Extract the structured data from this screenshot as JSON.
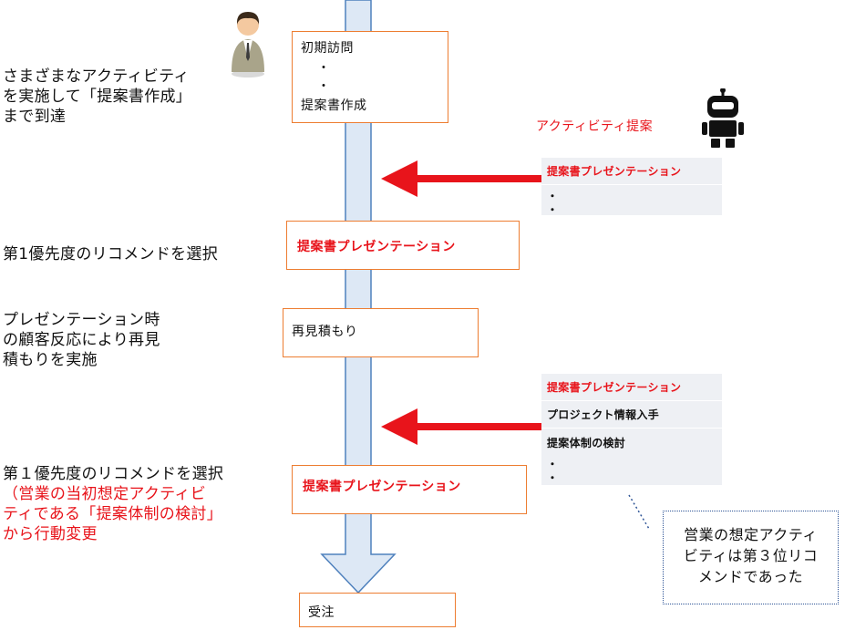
{
  "left_notes": {
    "note1": "さまざまなアクティビティ\nを実施して「提案書作成」\nまで到達",
    "note2": "第1優先度のリコメンドを選択",
    "note3": "プレゼンテーション時\nの顧客反応により再見\n積もりを実施",
    "note4_black": "第１優先度のリコメンドを選択",
    "note4_red": "（営業の当初想定アクティビ\nティである「提案体制の検討」\nから行動変更"
  },
  "stages": {
    "s1_line1": "初期訪問",
    "s1_dot1": "・",
    "s1_dot2": "・",
    "s1_line2": "提案書作成",
    "s2": "提案書プレゼンテーション",
    "s3": "再見積もり",
    "s4": "提案書プレゼンテーション",
    "s5": "受注"
  },
  "robot_label": "アクティビティ提案",
  "rec1": {
    "top": "提案書プレゼンテーション",
    "dots": [
      "・",
      "・"
    ]
  },
  "rec2": {
    "items": [
      "提案書プレゼンテーション",
      "プロジェクト情報入手",
      "提案体制の検討"
    ],
    "dots": [
      "・",
      "・"
    ]
  },
  "callout": "営業の想定アクティ\nビティは第３位リコ\nメンドであった",
  "colors": {
    "accent_red": "#e8141b",
    "stage_border": "#ed7d31",
    "timeline_fill": "#dde8f5",
    "timeline_stroke": "#4f81bd",
    "callout_border": "#2f5597",
    "panel_bg": "#eef0f4"
  },
  "icons": [
    "businessman-icon",
    "robot-icon"
  ]
}
